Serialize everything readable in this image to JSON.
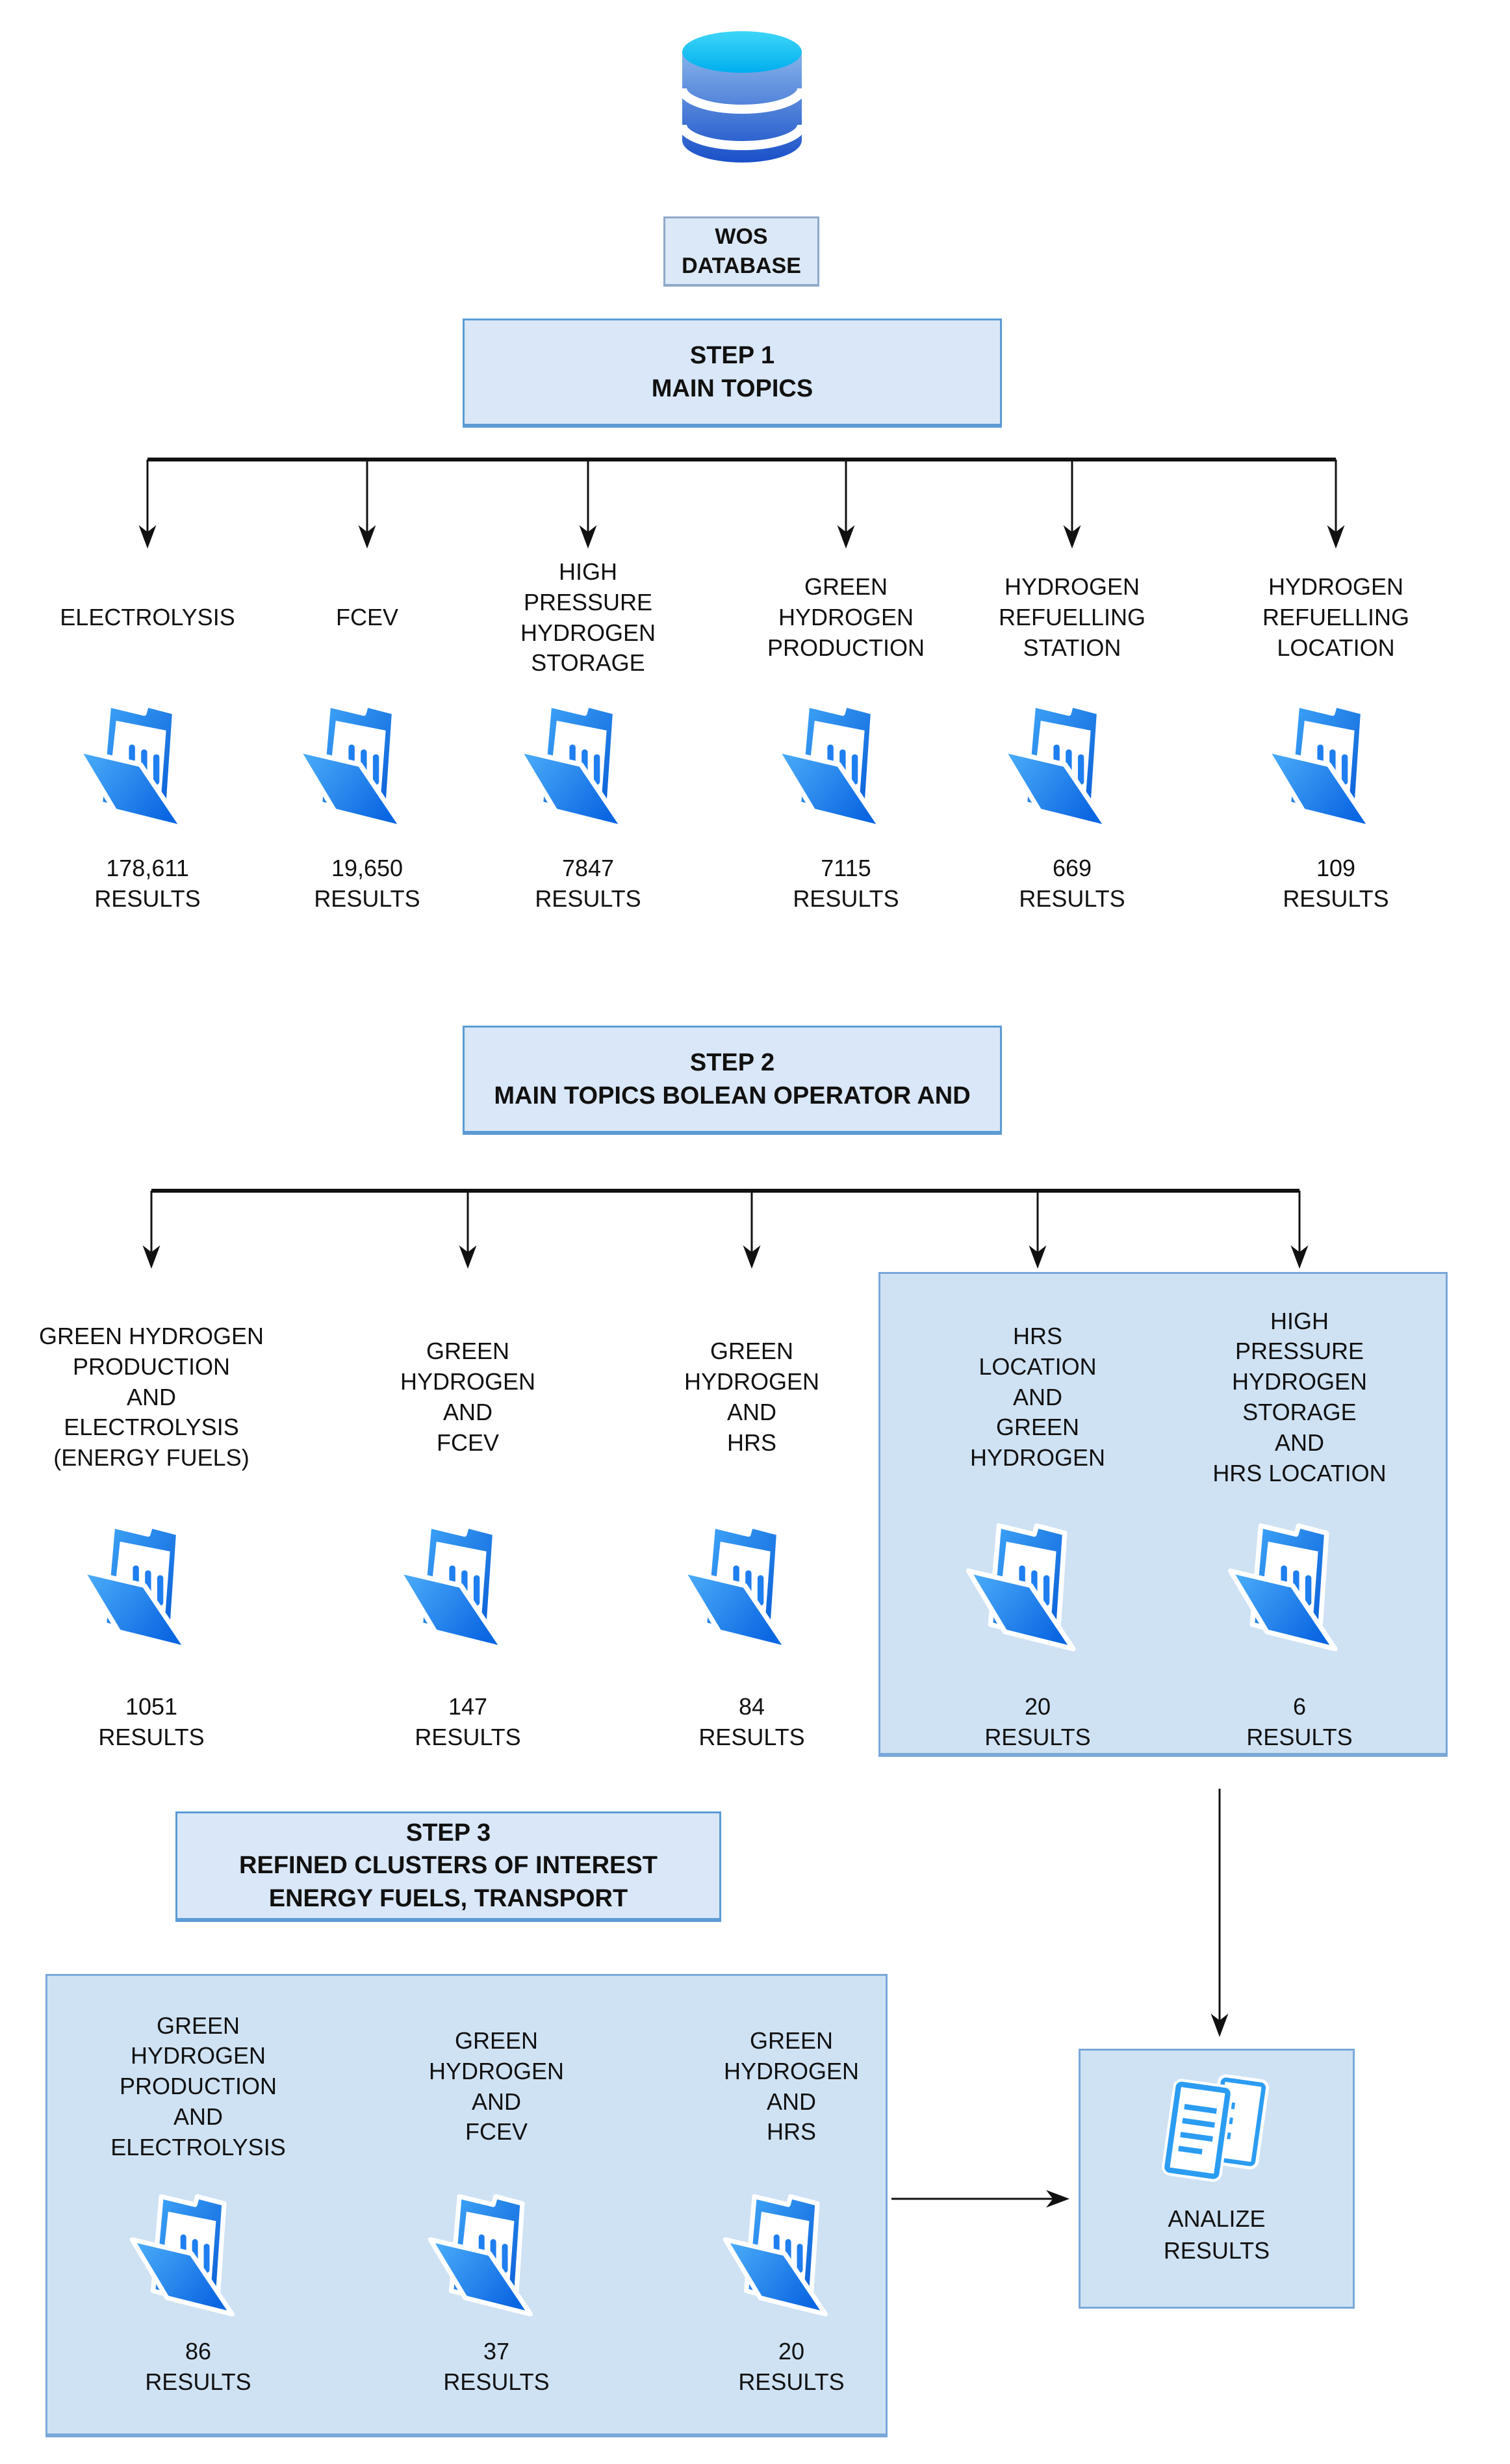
{
  "colors": {
    "box_fill": "#d9e7f8",
    "box_border": "#5b9bd5",
    "panel_fill": "#cfe2f4",
    "panel_border": "#7aa7d9",
    "wos_fill": "#dbe8f7",
    "wos_border": "#8fa9c9",
    "text": "#111111",
    "arrow": "#111111",
    "folder_blue_dark": "#0659d6",
    "folder_blue_light": "#3fa5f8",
    "database_cyan": "#00b2f0",
    "database_blue": "#1a50c8",
    "document_icon_blue": "#2b9cf2"
  },
  "database": {
    "label": "WOS\nDATABASE"
  },
  "step1": {
    "title": "STEP 1\nMAIN TOPICS",
    "topics": [
      {
        "label": "ELECTROLYSIS",
        "results": "178,611\nRESULTS"
      },
      {
        "label": "FCEV",
        "results": "19,650\nRESULTS"
      },
      {
        "label": "HIGH\nPRESSURE\nHYDROGEN\nSTORAGE",
        "results": "7847\nRESULTS"
      },
      {
        "label": "GREEN\nHYDROGEN\nPRODUCTION",
        "results": "7115\nRESULTS"
      },
      {
        "label": "HYDROGEN\nREFUELLING\nSTATION",
        "results": "669\nRESULTS"
      },
      {
        "label": "HYDROGEN\nREFUELLING\nLOCATION",
        "results": "109\nRESULTS"
      }
    ]
  },
  "step2": {
    "title": "STEP 2\nMAIN TOPICS BOLEAN OPERATOR AND",
    "queries": [
      {
        "label": "GREEN HYDROGEN\nPRODUCTION\nAND\nELECTROLYSIS\n(ENERGY FUELS)",
        "results": "1051\nRESULTS"
      },
      {
        "label": "GREEN\nHYDROGEN\nAND\nFCEV",
        "results": "147\nRESULTS"
      },
      {
        "label": "GREEN\nHYDROGEN\nAND\nHRS",
        "results": "84\nRESULTS"
      },
      {
        "label": "HRS\nLOCATION\nAND\nGREEN\nHYDROGEN",
        "results": "20\nRESULTS"
      },
      {
        "label": "HIGH\nPRESSURE\nHYDROGEN\nSTORAGE\nAND\nHRS LOCATION",
        "results": "6\nRESULTS"
      }
    ]
  },
  "step3": {
    "title": "STEP 3\nREFINED CLUSTERS OF INTEREST\nENERGY FUELS, TRANSPORT",
    "clusters": [
      {
        "label": "GREEN\nHYDROGEN\nPRODUCTION\nAND\nELECTROLYSIS",
        "results": "86\nRESULTS"
      },
      {
        "label": "GREEN\nHYDROGEN\nAND\nFCEV",
        "results": "37\nRESULTS"
      },
      {
        "label": "GREEN\nHYDROGEN\nAND\nHRS",
        "results": "20\nRESULTS"
      }
    ]
  },
  "analyze": {
    "label": "ANALIZE\nRESULTS"
  }
}
